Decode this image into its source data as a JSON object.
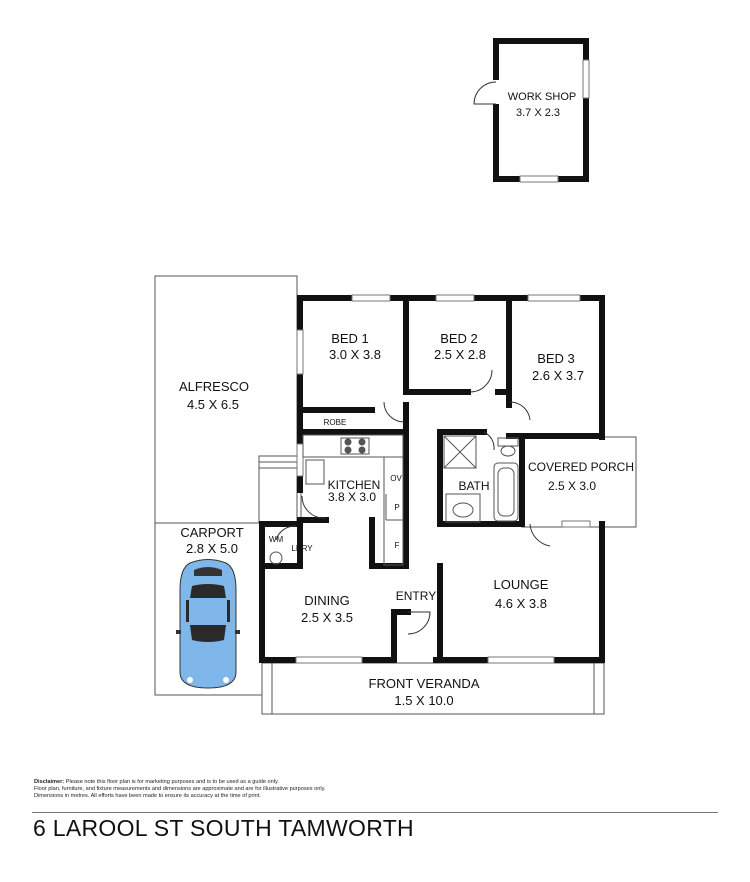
{
  "rooms": {
    "workshop": {
      "name": "WORK SHOP",
      "size": "3.7 X 2.3"
    },
    "alfresco": {
      "name": "ALFRESCO",
      "size": "4.5 X 6.5"
    },
    "bed1": {
      "name": "BED 1",
      "size": "3.0 X 3.8"
    },
    "bed2": {
      "name": "BED 2",
      "size": "2.5 X 2.8"
    },
    "bed3": {
      "name": "BED 3",
      "size": "2.6 X 3.7"
    },
    "robe": {
      "name": "ROBE"
    },
    "kitchen": {
      "name": "KITCHEN",
      "size": "3.8 X 3.0"
    },
    "covered_porch": {
      "name": "COVERED PORCH",
      "size": "2.5 X 3.0"
    },
    "bath": {
      "name": "BATH"
    },
    "carport": {
      "name": "CARPORT",
      "size": "2.8 X 5.0"
    },
    "laundry": {
      "name": "LDRY"
    },
    "washing_machine": {
      "name": "WM"
    },
    "dining": {
      "name": "DINING",
      "size": "2.5 X 3.5"
    },
    "entry": {
      "name": "ENTRY"
    },
    "lounge": {
      "name": "LOUNGE",
      "size": "4.6 X 3.8"
    },
    "front_veranda": {
      "name": "FRONT VERANDA",
      "size": "1.5 X 10.0"
    }
  },
  "fixtures": {
    "oven": "OV",
    "pantry": "P",
    "fridge": "F"
  },
  "disclaimer": {
    "title": "Disclaimer:",
    "line1": "Please note this floor plan is for marketing purposes and is to be used as a guide only.",
    "line2": "Floor plan, furniture, and fixture measurements and dimensions are approximate and are for illustrative purposes only.",
    "line3": "Dimensions in metres. All efforts have been made to ensure its accuracy at the time of print."
  },
  "address": "6 LAROOL ST SOUTH TAMWORTH",
  "colors": {
    "wall": "#111111",
    "car": "#7fb7ea",
    "outline": "#555555"
  }
}
